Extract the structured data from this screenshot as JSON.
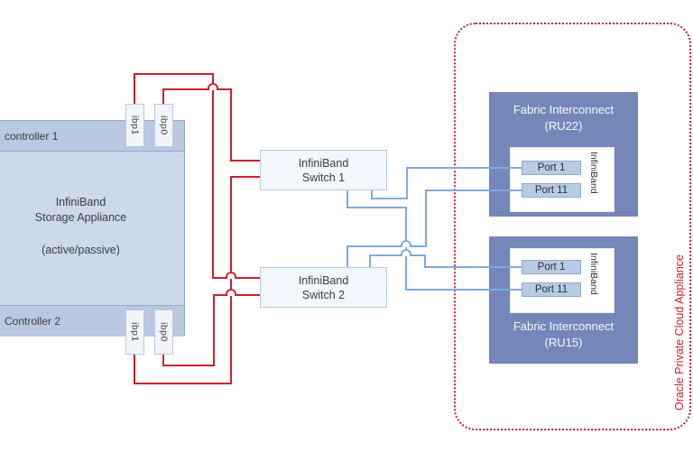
{
  "appliance": {
    "controller1": "controller 1",
    "controller2": "Controller 2",
    "name_line1": "InfiniBand",
    "name_line2": "Storage Appliance",
    "mode": "(active/passive)",
    "c1_port_left": "ibp1",
    "c1_port_right": "ibp0",
    "c2_port_left": "ibp1",
    "c2_port_right": "ibp0"
  },
  "switches": {
    "s1_line1": "InfiniBand",
    "s1_line2": "Switch 1",
    "s2_line1": "InfiniBand",
    "s2_line2": "Switch 2"
  },
  "fabrics": {
    "ru22": {
      "title": "Fabric Interconnect",
      "unit": "(RU22)",
      "port_a": "Port 1",
      "port_b": "Port 11",
      "side": "InfiniBand"
    },
    "ru15": {
      "title": "Fabric Interconnect",
      "unit": "(RU15)",
      "port_a": "Port 1",
      "port_b": "Port 11",
      "side": "InfiniBand"
    }
  },
  "enclosure_label": "Oracle Private Cloud Appliance",
  "colors": {
    "red_link": "#cb2030",
    "blue_link": "#82a9da",
    "fabric_fill": "#7487b8",
    "appliance_fill": "#ccd9ea",
    "enclosure_border": "#cb1f30"
  },
  "connections": [
    {
      "from": "Controller 1 ibp1",
      "to": "InfiniBand Switch 2",
      "style": "red"
    },
    {
      "from": "Controller 1 ibp0",
      "to": "InfiniBand Switch 1",
      "style": "red"
    },
    {
      "from": "Controller 2 ibp1",
      "to": "InfiniBand Switch 1",
      "style": "red"
    },
    {
      "from": "Controller 2 ibp0",
      "to": "InfiniBand Switch 2",
      "style": "red"
    },
    {
      "from": "InfiniBand Switch 1",
      "to": "Fabric Interconnect RU22 Port 1",
      "style": "blue"
    },
    {
      "from": "InfiniBand Switch 1",
      "to": "Fabric Interconnect RU15 Port 11",
      "style": "blue"
    },
    {
      "from": "InfiniBand Switch 2",
      "to": "Fabric Interconnect RU22 Port 11",
      "style": "blue"
    },
    {
      "from": "InfiniBand Switch 2",
      "to": "Fabric Interconnect RU15 Port 1",
      "style": "blue"
    }
  ]
}
